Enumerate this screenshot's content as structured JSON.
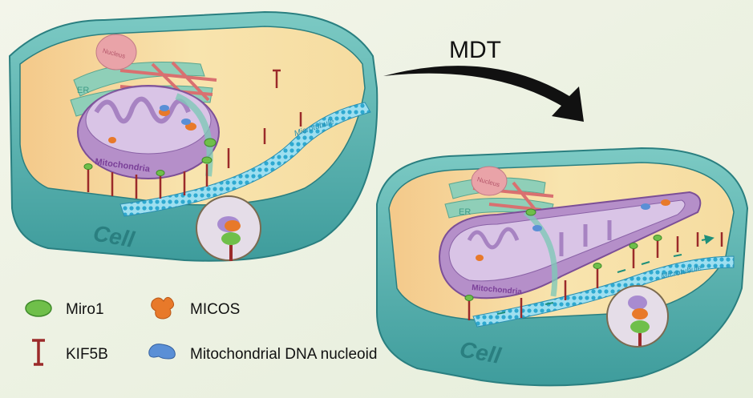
{
  "process_label": "MDT",
  "left_cell": {
    "cell": "Cell",
    "nucleus": "Nucleus",
    "er": "ER",
    "mitochondria": "Mitochondria",
    "microtubule": "Microtubule"
  },
  "right_cell": {
    "cell": "Cell",
    "nucleus": "Nucleus",
    "er": "ER",
    "mitochondria": "Mitochondria",
    "microtubule": "Microtubule"
  },
  "legend": {
    "miro1": "Miro1",
    "micos": "MICOS",
    "kif5b": "KIF5B",
    "nucleoid": "Mitochondrial DNA nucleoid"
  },
  "colors": {
    "background": "#eef2e3",
    "cell_wall": "#5fb9b6",
    "cytoplasm": "#f6dca0",
    "mitochondria": "#b58fc9",
    "er": "#8fcfb8",
    "nucleus": "#e9a3a8",
    "microtubule": "#3fb6d6",
    "miro1": "#6fbf4a",
    "micos": "#e8792a",
    "kif5b": "#9b2a2a",
    "nucleoid": "#5a8fd6"
  }
}
